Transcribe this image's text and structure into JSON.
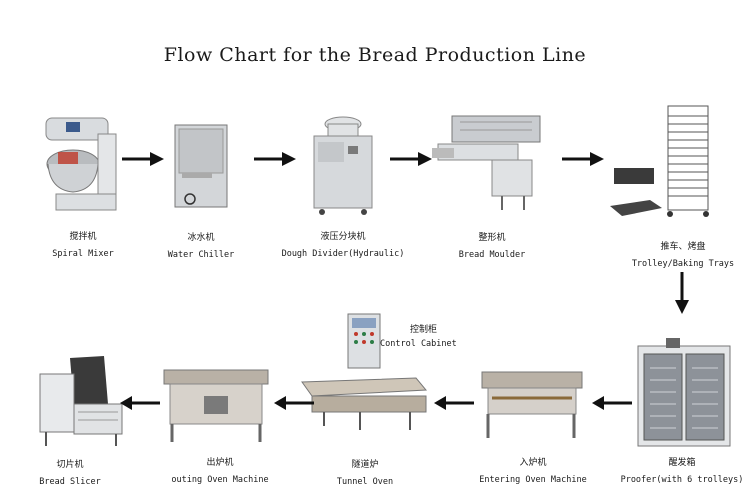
{
  "title": "Flow Chart for the Bread Production Line",
  "nodes": [
    {
      "cn": "搅拌机",
      "en": "Spiral Mixer"
    },
    {
      "cn": "冰水机",
      "en": "Water Chiller"
    },
    {
      "cn": "液压分块机",
      "en": "Dough Divider(Hydraulic)"
    },
    {
      "cn": "整形机",
      "en": "Bread Moulder"
    },
    {
      "cn": "推车、烤盘",
      "en": "Trolley/Baking Trays"
    },
    {
      "cn": "醒发箱",
      "en": "Proofer(with 6 trolleys)"
    },
    {
      "cn": "入炉机",
      "en": "Entering Oven Machine"
    },
    {
      "cn": "隧道炉",
      "en": "Tunnel Oven"
    },
    {
      "cn": "出炉机",
      "en": "outing Oven Machine"
    },
    {
      "cn": "切片机",
      "en": "Bread Slicer"
    }
  ],
  "control_cabinet": {
    "cn": "控制柜",
    "en": "Control Cabinet"
  }
}
